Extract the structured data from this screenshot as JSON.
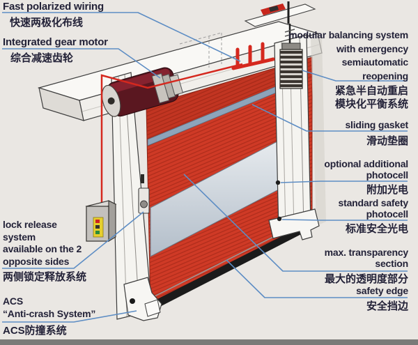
{
  "figure": {
    "type": "technical-cutaway-diagram",
    "subject": "high-speed roll-up industrial door with annotated components"
  },
  "labels": {
    "fast_wiring": {
      "en": "Fast polarized wiring",
      "zh": "快速两极化布线"
    },
    "gear_motor": {
      "en": "Integrated gear motor",
      "zh": "综合减速齿轮"
    },
    "balancing": {
      "en_lines": [
        "modular balancing system",
        "with emergency",
        "semiautomatic",
        "reopening"
      ],
      "zh_lines": [
        "紧急半自动重启",
        "模块化平衡系统"
      ]
    },
    "sliding_gasket": {
      "en": "sliding gasket",
      "zh": "滑动垫圈"
    },
    "optional_photocell": {
      "en_lines": [
        "optional additional",
        "photocell"
      ],
      "zh": "附加光电"
    },
    "standard_photocell": {
      "en_lines": [
        "standard safety",
        "photocell"
      ],
      "zh": "标准安全光电"
    },
    "max_transparency": {
      "en_lines": [
        "max. transparency",
        "section"
      ],
      "zh": "最大的透明度部分"
    },
    "safety_edge": {
      "en": "safety edge",
      "zh": "安全挡边"
    },
    "lock_release": {
      "en_lines": [
        "lock release",
        "system",
        "available on the 2",
        "opposite sides"
      ],
      "zh": "两侧锁定释放系统"
    },
    "acs": {
      "en_lines": [
        "ACS",
        "“Anti-crash System”"
      ],
      "zh": "ACS防撞系统"
    }
  },
  "colors": {
    "background": "#eae7e3",
    "curtain_red": "#cf3a26",
    "curtain_shade": "#b02d1c",
    "transparency_band": "#c3ccd6",
    "gasket_blue_gray": "#8da4ba",
    "safety_edge_black": "#1b1b1b",
    "leader_blue": "#5d8dc4",
    "text_dark": "#232238",
    "wiring_red": "#d5281e",
    "motor_maroon": "#5a1720",
    "lock_label_yellow": "#e6cf2e",
    "structure_white": "#f7f6f3"
  }
}
